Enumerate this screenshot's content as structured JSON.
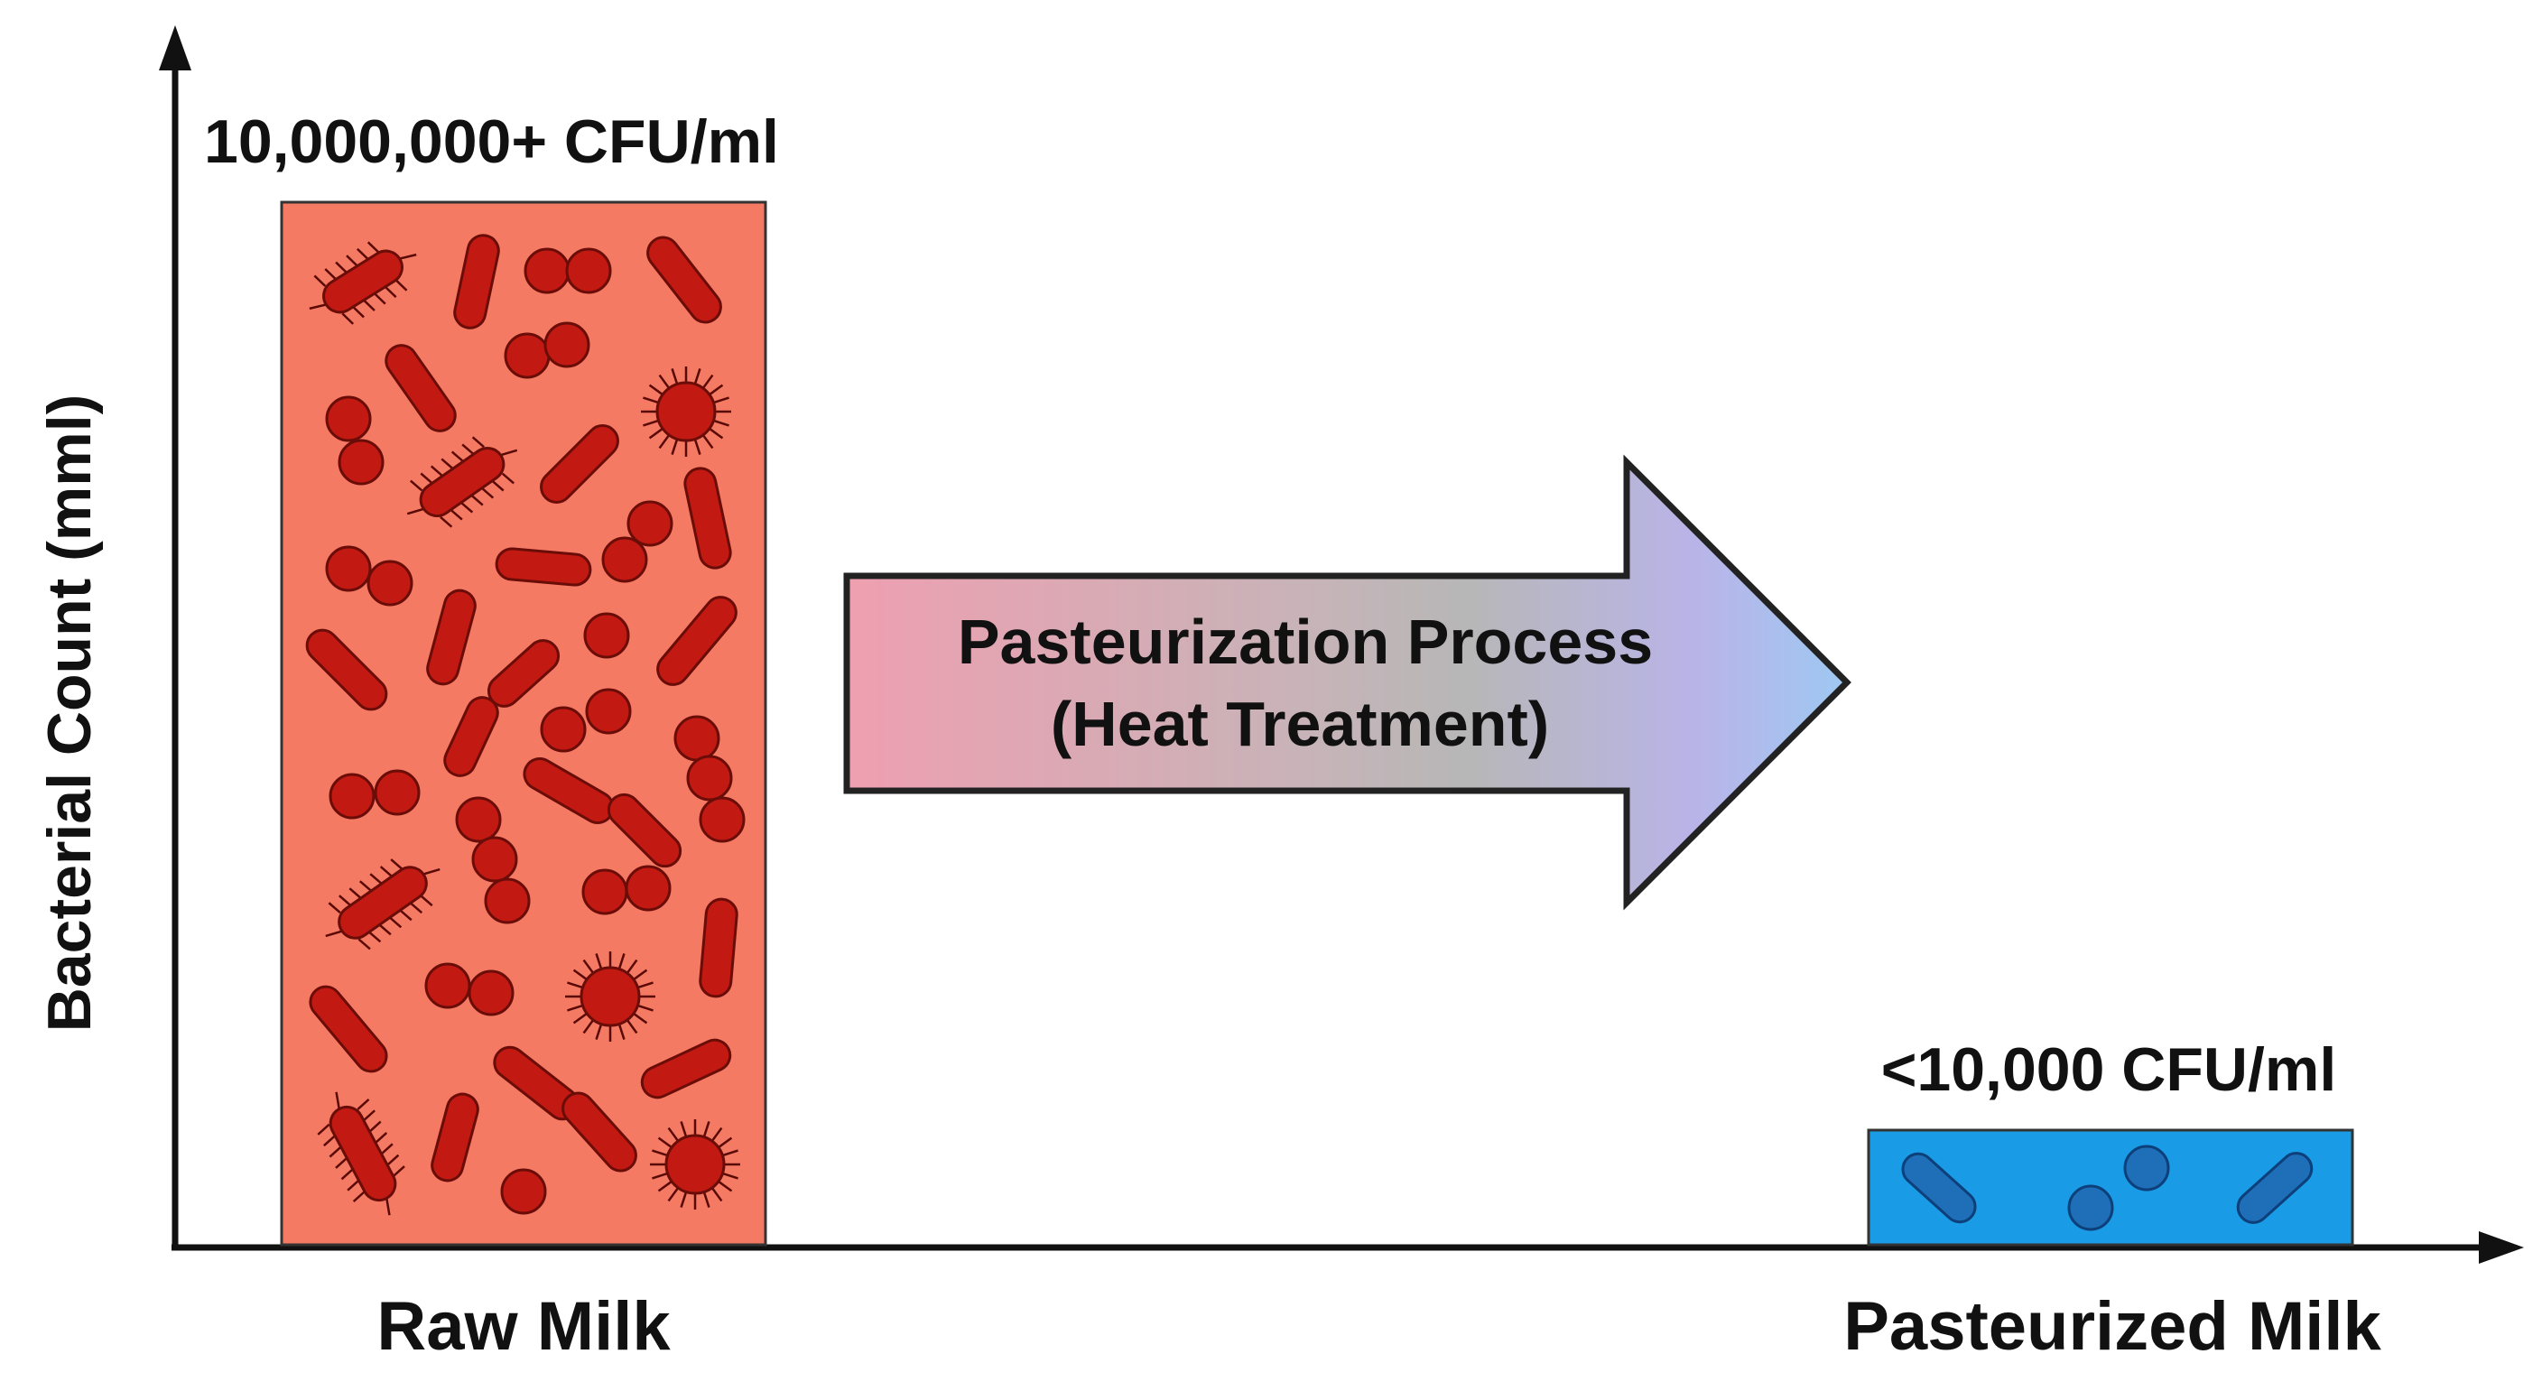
{
  "axis": {
    "ylabel": "Bacterial Count (mml)"
  },
  "bars": [
    {
      "id": "raw",
      "label": "Raw Milk",
      "value_label": "10,000,000+ CFU/ml",
      "color": "#f47a63",
      "bacteria_color": "#c21a12"
    },
    {
      "id": "pasteurized",
      "label": "Pasteurized Milk",
      "value_label": "<10,000 CFU/ml",
      "color": "#1a9be6",
      "bacteria_color": "#1f6fb8"
    }
  ],
  "process_arrow": {
    "line1": "Pasteurization Process",
    "line2": "(Heat Treatment)",
    "gradient": [
      "#ee9fb0",
      "#b7b7b7",
      "#9ec8f2"
    ]
  },
  "colors": {
    "axis": "#111111",
    "outline": "#222222"
  }
}
